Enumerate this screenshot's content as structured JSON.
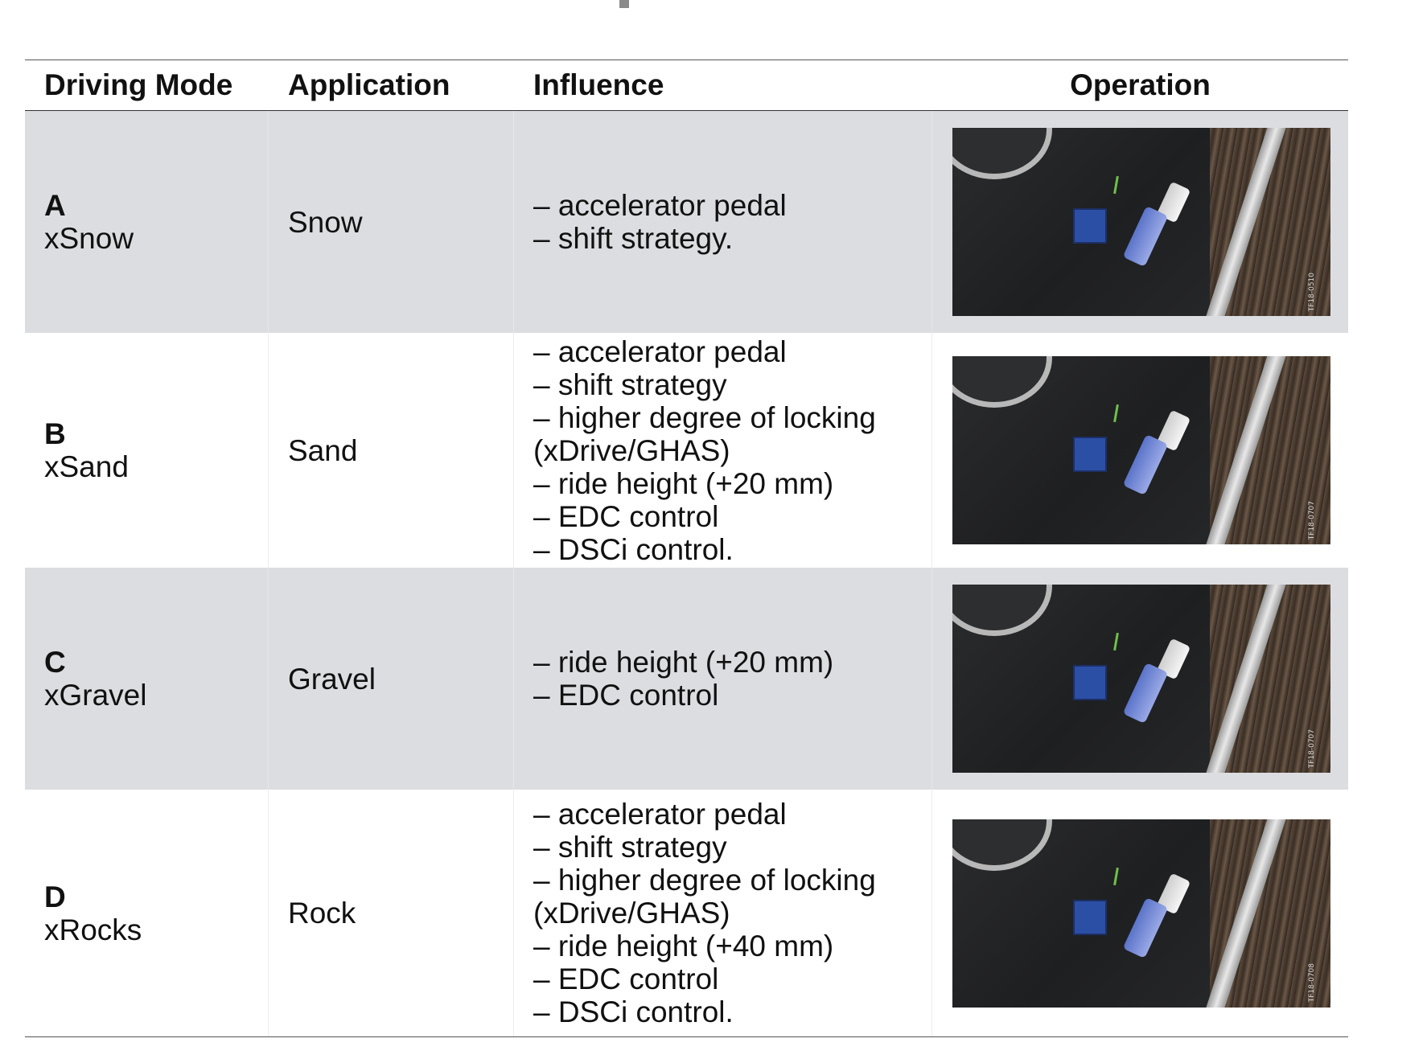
{
  "headers": {
    "driving_mode": "Driving Mode",
    "application": "Application",
    "influence": "Influence",
    "operation": "Operation"
  },
  "rows": [
    {
      "letter": "A",
      "mode": "xSnow",
      "application": "Snow",
      "influence": [
        "– accelerator pedal",
        "– shift strategy."
      ],
      "image_code": "TF18-0510"
    },
    {
      "letter": "B",
      "mode": "xSand",
      "application": "Sand",
      "influence": [
        "– accelerator pedal",
        "– shift strategy",
        "– higher degree of locking",
        "(xDrive/GHAS)",
        "– ride height (+20 mm)",
        "– EDC control",
        "– DSCi control."
      ],
      "image_code": "TF18-0707"
    },
    {
      "letter": "C",
      "mode": "xGravel",
      "application": "Gravel",
      "influence": [
        "– ride height (+20 mm)",
        "– EDC control"
      ],
      "image_code": "TF18-0707"
    },
    {
      "letter": "D",
      "mode": "xRocks",
      "application": "Rock",
      "influence": [
        "– accelerator pedal",
        "– shift strategy",
        "– higher degree of locking",
        "(xDrive/GHAS)",
        "– ride height (+40 mm)",
        "– EDC control",
        "– DSCi control."
      ],
      "image_code": "TF18-0708"
    }
  ],
  "colors": {
    "shaded_row": "#dcdde1",
    "button_blue": "#2c4fa6"
  }
}
